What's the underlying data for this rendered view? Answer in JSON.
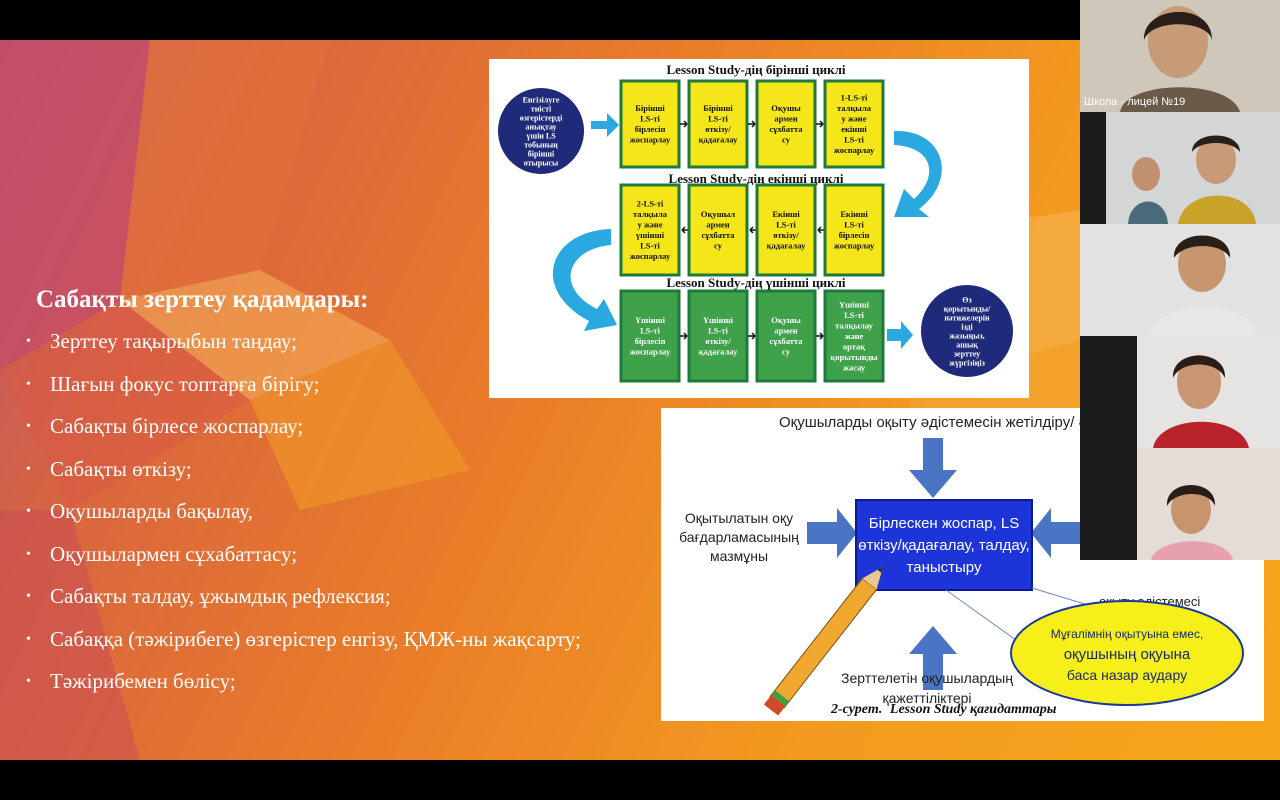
{
  "slide": {
    "title": "Сабақты зерттеу қадамдары:",
    "steps": [
      "Зерттеу тақырыбын таңдау;",
      "Шағын фокус топтарға бірігу;",
      "Сабақты бірлесе жоспарлау;",
      "Сабақты өткізу;",
      "Оқушыларды бақылау,",
      "Оқушылармен сұхабаттасу;",
      "Сабақты талдау, ұжымдық рефлексия;",
      "Сабаққа (тәжірибеге) өзгерістер енгізу, ҚМЖ-ны жақсарту;",
      "Тәжірибемен бөлісу;"
    ]
  },
  "cycle_figure": {
    "cycle1_title": "Lesson Study-дің бірінші циклі",
    "cycle2_title": "Lesson Study-дің екінші циклі",
    "cycle3_title": "Lesson Study-дің үшінші циклі",
    "start_circle": [
      "Енгізілуге",
      "тиісті",
      "өзгерістерді",
      "анықтау",
      "үшін LS",
      "тобының",
      "бірінші",
      "отырысы"
    ],
    "end_circle": [
      "Өз",
      "қорытынды/",
      "нәтижелерін",
      "ізді",
      "жазыңыз,",
      "ашық",
      "зерттеу",
      "жүргізіңіз"
    ],
    "row1": [
      [
        "Бірінші",
        "LS-ті",
        "бірлесіп",
        "жоспарлау"
      ],
      [
        "Бірінші",
        "LS-ті",
        "өткізу/",
        "қадағалау"
      ],
      [
        "Оқушы",
        "армен",
        "сұхбатта",
        "су"
      ],
      [
        "1-LS-ті",
        "талқыла",
        "у және",
        "екінші",
        "LS-ті",
        "жоспарлау"
      ]
    ],
    "row2": [
      [
        "2-LS-ті",
        "талқыла",
        "у және",
        "үшінші",
        "LS-ті",
        "жоспарлау"
      ],
      [
        "Оқушыл",
        "армен",
        "сұхбатта",
        "су"
      ],
      [
        "Екінші",
        "LS-ті",
        "өткізу/",
        "қадағалау"
      ],
      [
        "Екінші",
        "LS-ті",
        "бірлесіп",
        "жоспарлау"
      ]
    ],
    "row3": [
      [
        "Үшінші",
        "LS-ті",
        "бірлесіп",
        "жоспарлау"
      ],
      [
        "Үшінші",
        "LS-ті",
        "өткізу/",
        "қадағалау"
      ],
      [
        "Оқушы",
        "армен",
        "сұхбатта",
        "су"
      ],
      [
        "Үшінші",
        "LS-ті",
        "талқылау",
        "және",
        "ортақ",
        "қорытынды",
        "жасау"
      ]
    ]
  },
  "principles_figure": {
    "top_label": "Оқушыларды оқыту әдістемесін жетілдіру/ әзі",
    "left_label": [
      "Оқытылатын оқу",
      "бағдарламасының",
      "мазмұны"
    ],
    "right_label": "оқыту әдістемесі",
    "center_box": [
      "Бірлескен жоспар, LS",
      "өткізу/қадағалау, талдау,",
      "таныстыру"
    ],
    "bottom_label": [
      "Зерттелетін оқушылардың",
      "қажеттіліктері"
    ],
    "ellipse": [
      "Мұғалімнің оқытуына емес,",
      "оқушының оқуына",
      "баса назар аудару"
    ],
    "caption_bold": "2-сурет.",
    "caption_rest": "Lesson Study қағидаттары"
  },
  "participants": {
    "tile1_label": "Школа - лицей  №19"
  },
  "colors": {
    "yellow_box": "#f5e61a",
    "green_box": "#3fa14a",
    "navy_circle": "#1f2a7a",
    "cyan_arrow": "#29a9e0",
    "center_box": "#1d35d8",
    "ellipse_fill": "#f7ef1a"
  }
}
